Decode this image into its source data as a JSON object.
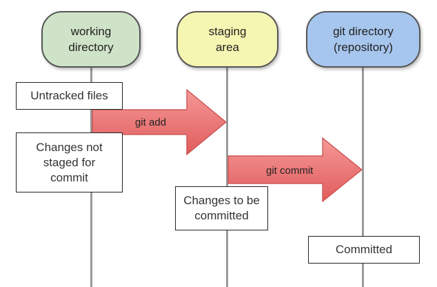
{
  "stages": {
    "working": "working\ndirectory",
    "staging": "staging\narea",
    "repo": "git directory\n(repository)"
  },
  "states": {
    "untracked": "Untracked files",
    "not_staged": "Changes not\nstaged for\ncommit",
    "to_commit": "Changes to be\ncommitted",
    "committed": "Committed"
  },
  "actions": {
    "add": "git add",
    "commit": "git commit"
  },
  "colors": {
    "working_fill": "#cfe3c8",
    "staging_fill": "#f6f6b3",
    "repo_fill": "#a7c6ee",
    "arrow_fill": "#ee6b6b",
    "arrow_stroke": "#c84a4a"
  }
}
